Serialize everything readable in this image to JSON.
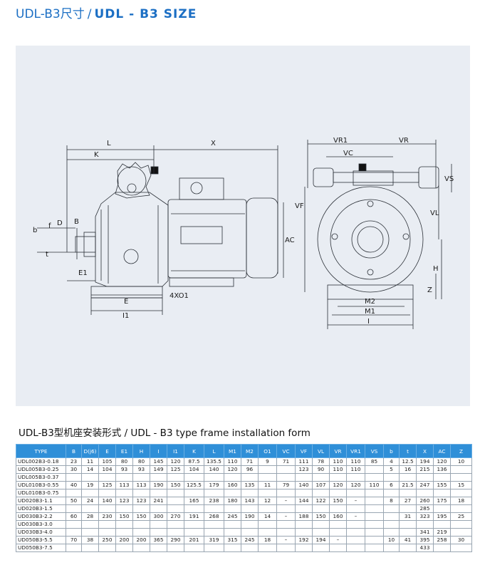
{
  "title": {
    "prefix": "UDL-B3尺寸",
    "sep": "/",
    "main": "UDL - B3 SIZE"
  },
  "drawing": {
    "labels": {
      "L": "L",
      "X": "X",
      "K": "K",
      "B": "B",
      "b": "b",
      "f": "f",
      "D": "D",
      "t": "t",
      "E1": "E1",
      "E": "E",
      "I1": "I1",
      "foot_holes": "4XO1",
      "AC": "AC",
      "VR1": "VR1",
      "VR": "VR",
      "VC": "VC",
      "VS": "VS",
      "VF": "VF",
      "VL": "VL",
      "H": "H",
      "Z": "Z",
      "M2": "M2",
      "M1": "M1",
      "I": "I"
    }
  },
  "table_title": "UDL-B3型机座安装形式 / UDL - B3 type frame installation form",
  "table": {
    "headers": [
      "TYPE",
      "B",
      "D(j6)",
      "E",
      "E1",
      "H",
      "I",
      "I1",
      "K",
      "L",
      "M1",
      "M2",
      "O1",
      "VC",
      "VF",
      "VL",
      "VR",
      "VR1",
      "VS",
      "b",
      "t",
      "X",
      "AC",
      "Z"
    ],
    "rows": [
      [
        "UDL002B3-0.18",
        "23",
        "11",
        "105",
        "80",
        "80",
        "145",
        "120",
        "87.5",
        "135.5",
        "110",
        "71",
        "9",
        "71",
        "111",
        "78",
        "110",
        "110",
        "85",
        "4",
        "12.5",
        "194",
        "120",
        "10"
      ],
      [
        "UDL005B3-0.25",
        "30",
        "14",
        "104",
        "93",
        "93",
        "149",
        "125",
        "104",
        "140",
        "120",
        "96",
        "",
        "",
        "123",
        "90",
        "110",
        "110",
        "",
        "5",
        "16",
        "215",
        "136",
        ""
      ],
      [
        "UDL005B3-0.37",
        "",
        "",
        "",
        "",
        "",
        "",
        "",
        "",
        "",
        "",
        "",
        "",
        "",
        "",
        "",
        "",
        "",
        "",
        "",
        "",
        "",
        "",
        ""
      ],
      [
        "UDL010B3-0.55",
        "40",
        "19",
        "125",
        "113",
        "113",
        "190",
        "150",
        "125.5",
        "179",
        "160",
        "135",
        "11",
        "79",
        "140",
        "107",
        "120",
        "120",
        "110",
        "6",
        "21.5",
        "247",
        "155",
        "15"
      ],
      [
        "UDL010B3-0.75",
        "",
        "",
        "",
        "",
        "",
        "",
        "",
        "",
        "",
        "",
        "",
        "",
        "",
        "",
        "",
        "",
        "",
        "",
        "",
        "",
        "",
        "",
        ""
      ],
      [
        "UD020B3-1.1",
        "50",
        "24",
        "140",
        "123",
        "123",
        "241",
        "",
        "165",
        "238",
        "180",
        "143",
        "12",
        "–",
        "144",
        "122",
        "150",
        "–",
        "",
        "8",
        "27",
        "260",
        "175",
        "18"
      ],
      [
        "UD020B3-1.5",
        "",
        "",
        "",
        "",
        "",
        "",
        "",
        "",
        "",
        "",
        "",
        "",
        "",
        "",
        "",
        "",
        "",
        "",
        "",
        "",
        "285",
        "",
        ""
      ],
      [
        "UD030B3-2.2",
        "60",
        "28",
        "230",
        "150",
        "150",
        "300",
        "270",
        "191",
        "268",
        "245",
        "190",
        "14",
        "–",
        "188",
        "150",
        "160",
        "–",
        "",
        "",
        "31",
        "323",
        "195",
        "25"
      ],
      [
        "UD030B3-3.0",
        "",
        "",
        "",
        "",
        "",
        "",
        "",
        "",
        "",
        "",
        "",
        "",
        "",
        "",
        "",
        "",
        "",
        "",
        "",
        "",
        "",
        "",
        ""
      ],
      [
        "UD030B3-4.0",
        "",
        "",
        "",
        "",
        "",
        "",
        "",
        "",
        "",
        "",
        "",
        "",
        "",
        "",
        "",
        "",
        "",
        "",
        "",
        "",
        "341",
        "219",
        ""
      ],
      [
        "UD050B3-5.5",
        "70",
        "38",
        "250",
        "200",
        "200",
        "365",
        "290",
        "201",
        "319",
        "315",
        "245",
        "18",
        "–",
        "192",
        "194",
        "–",
        "",
        "",
        "10",
        "41",
        "395",
        "258",
        "30"
      ],
      [
        "UD050B3-7.5",
        "",
        "",
        "",
        "",
        "",
        "",
        "",
        "",
        "",
        "",
        "",
        "",
        "",
        "",
        "",
        "",
        "",
        "",
        "",
        "",
        "433",
        "",
        ""
      ]
    ]
  }
}
